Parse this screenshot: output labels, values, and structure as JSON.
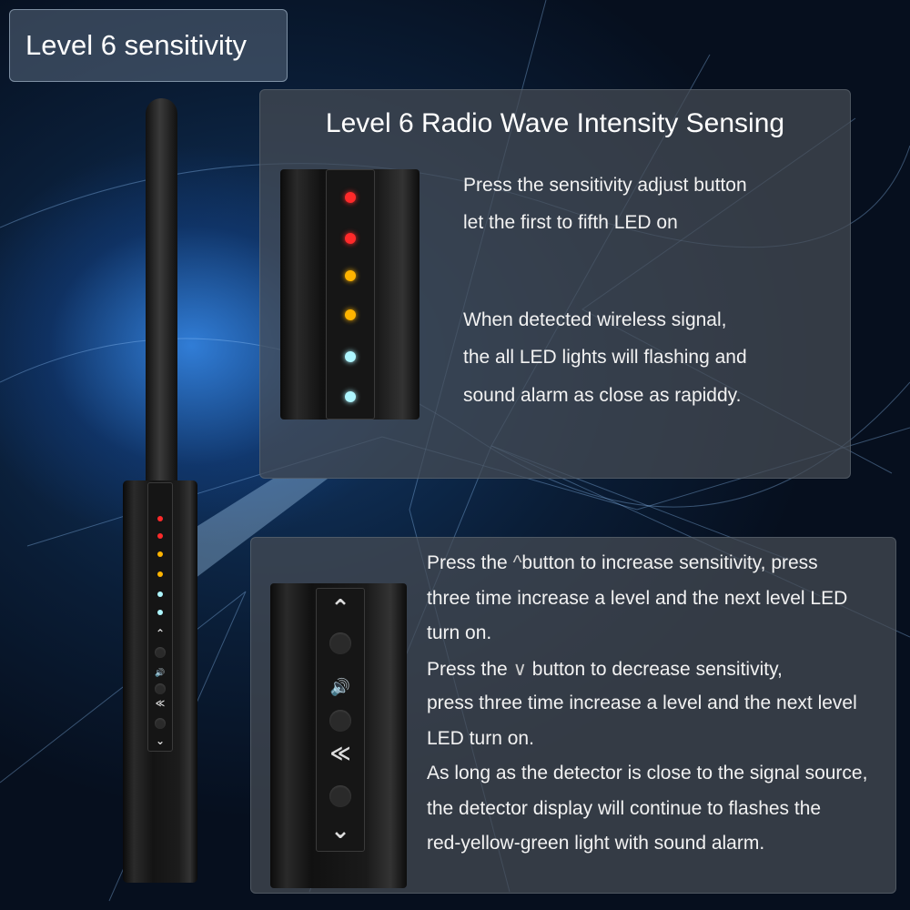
{
  "badge": {
    "title": "Level 6 sensitivity"
  },
  "top_panel": {
    "heading": "Level 6 Radio Wave Intensity Sensing",
    "lines": [
      "Press the sensitivity adjust button",
      "let the first to fifth LED on",
      "When detected wireless signal,",
      "the all LED lights will flashing and",
      "sound alarm as close as rapiddy."
    ]
  },
  "bottom_panel": {
    "lines": [
      "Press the",
      "button to increase sensitivity, press",
      "three time increase a level and the next level LED",
      "turn on.",
      "Press the",
      "button to decrease sensitivity,",
      "press three time increase a level and the next level",
      "LED turn on.",
      "As long as the detector is close to the signal source,",
      "the detector display will continue to flashes the",
      "red-yellow-green light with sound alarm."
    ]
  },
  "led_colors": [
    "#ff2a2a",
    "#ff2a2a",
    "#ffb400",
    "#ffb400",
    "#aef6ff",
    "#aef6ff"
  ],
  "icons": [
    "chevron-up-icon",
    "speaker-icon",
    "signal-waves-icon",
    "chevron-down-icon"
  ]
}
